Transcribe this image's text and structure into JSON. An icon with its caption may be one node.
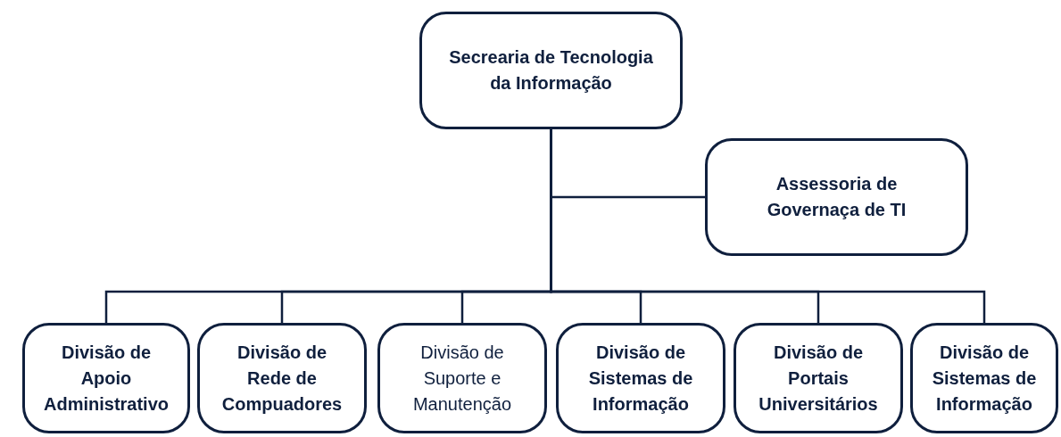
{
  "diagram": {
    "nodes": [
      {
        "text": [
          "Secrearia de Tecnologia da Informação"
        ]
      },
      {
        "text": [
          "Assessoria de Governaça de TI"
        ]
      },
      {
        "text": [
          "Divisão de Apoio Administrativo"
        ]
      },
      {
        "text": [
          "Divisão de Rede de Compuadores"
        ]
      },
      {
        "text": [
          "Divisão de Suporte e Manutenção"
        ]
      },
      {
        "text": [
          "Divisão de Sistemas de Informação"
        ]
      },
      {
        "text": [
          "Divisão de Portais Universitários"
        ]
      },
      {
        "text": [
          "Divisão de Sistemas de Informação"
        ]
      }
    ],
    "edges": [
      {
        "from": 0,
        "to": 1,
        "arrow": "none"
      },
      {
        "from": 0,
        "to": 2,
        "arrow": "none"
      },
      {
        "from": 0,
        "to": 3,
        "arrow": "none"
      },
      {
        "from": 0,
        "to": 4,
        "arrow": "none"
      },
      {
        "from": 0,
        "to": 5,
        "arrow": "none"
      },
      {
        "from": 0,
        "to": 6,
        "arrow": "none"
      },
      {
        "from": 0,
        "to": 7,
        "arrow": "none"
      }
    ]
  }
}
